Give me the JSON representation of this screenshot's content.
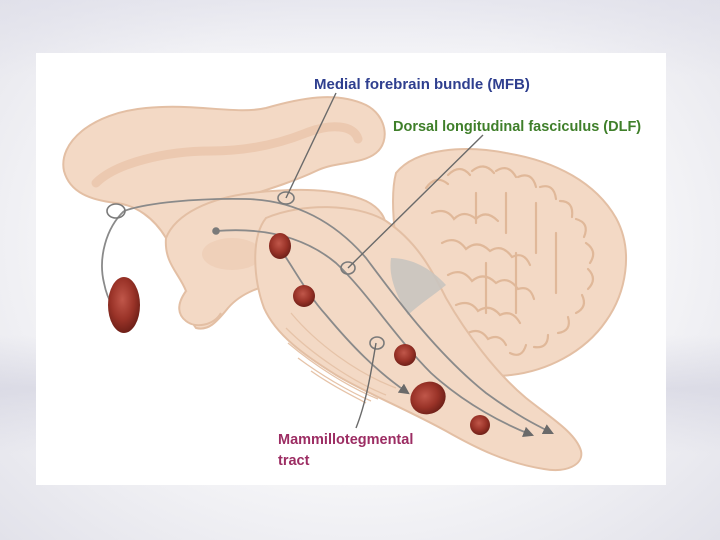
{
  "labels": {
    "mfb": "Medial forebrain bundle (MFB)",
    "dlf": "Dorsal longitudinal fasciculus (DLF)",
    "mammillotegmental_line1": "Mammillotegmental",
    "mammillotegmental_line2": "tract"
  },
  "colors": {
    "mfb_label": "#2f3f8f",
    "dlf_label": "#3f7f2a",
    "mammillotegmental_label": "#9c2d63",
    "brain_tissue": "#f3d9c5",
    "brain_outline": "#ecc9b0",
    "nucleus": "#9a3328",
    "pointer_line": "#6a6a6a",
    "ventricle": "#c9c4bf"
  }
}
